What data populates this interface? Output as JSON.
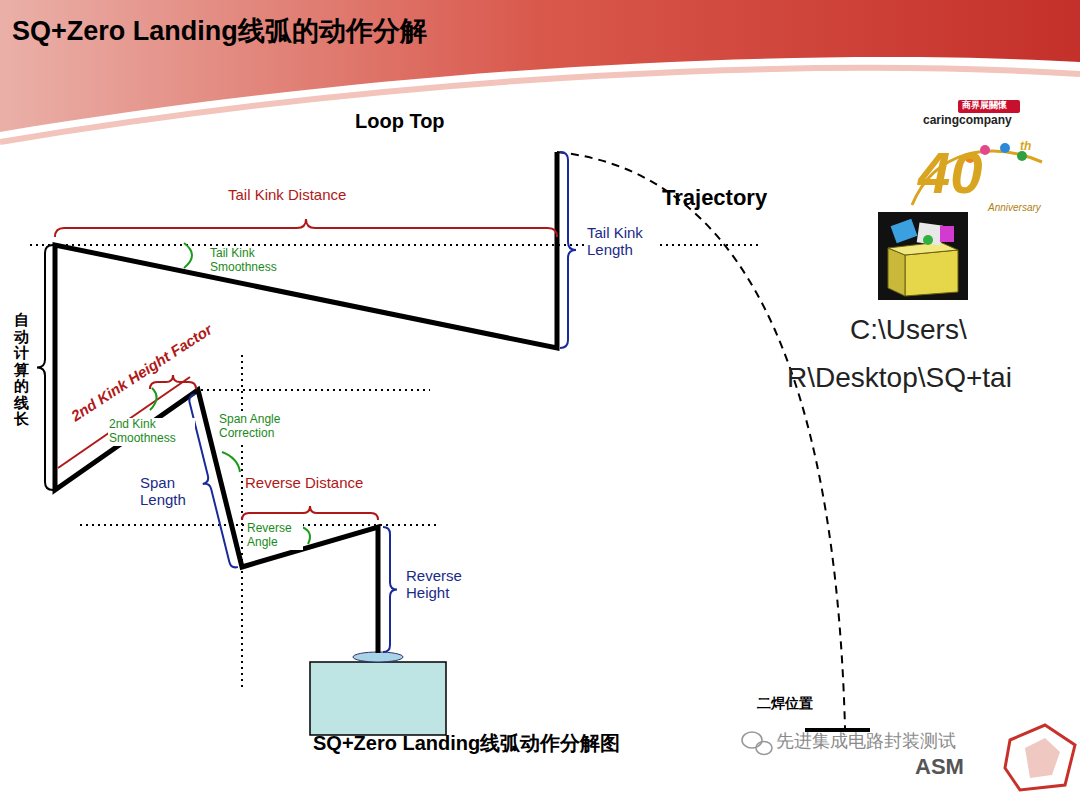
{
  "diagram": {
    "title": "SQ+Zero Landing线弧的动作分解",
    "caption": "SQ+Zero Landing线弧动作分解图",
    "labels": [
      "Loop Top",
      "Trajectory",
      "Tail Kink Distance",
      "Tail Kink Smoothness",
      "Tail Kink Length",
      "自动计算的线长",
      "2nd Kink Height Factor",
      "2nd Kink Smoothness",
      "Span Angle Correction",
      "Span Length",
      "Reverse Distance",
      "Reverse Angle",
      "Reverse Height",
      "二焊位置",
      "C:\\Users\\",
      "R\\Desktop\\SQ+tai",
      "商界展關懷",
      "caringcompany",
      "40",
      "th",
      "Anniversary",
      "先进集成电路封装测试",
      "ASM"
    ]
  }
}
